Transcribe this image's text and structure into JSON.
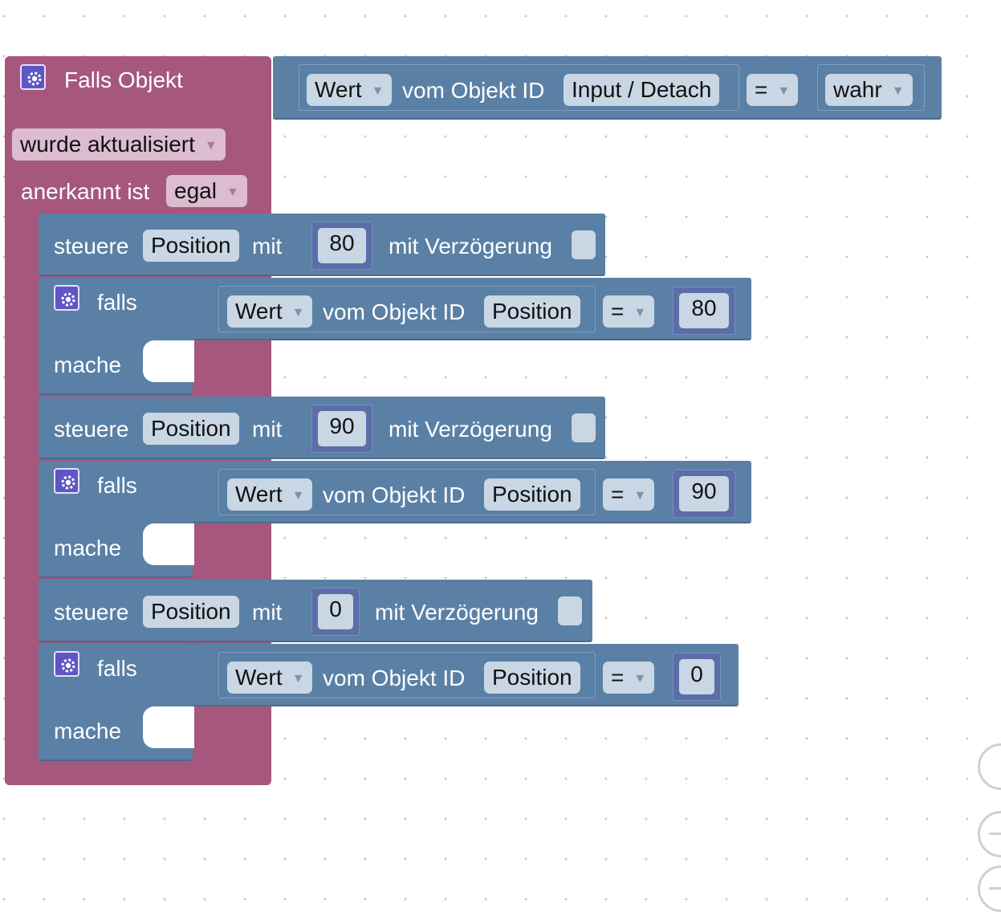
{
  "event": {
    "title": "Falls Objekt",
    "trigger": "wurde aktualisiert",
    "ack_label": "anerkannt ist",
    "ack_value": "egal",
    "condition": {
      "value_type": "Wert",
      "of_object": "vom Objekt ID",
      "object_id": "Input / Detach",
      "operator": "=",
      "compare": "wahr"
    }
  },
  "statements": [
    {
      "control": {
        "keyword": "steuere",
        "object": "Position",
        "with": "mit",
        "value": "80",
        "delay_label": "mit Verzögerung"
      },
      "if": {
        "keyword": "falls",
        "do": "mache",
        "value_type": "Wert",
        "of_object": "vom Objekt ID",
        "object_id": "Position",
        "operator": "=",
        "compare": "80"
      }
    },
    {
      "control": {
        "keyword": "steuere",
        "object": "Position",
        "with": "mit",
        "value": "90",
        "delay_label": "mit Verzögerung"
      },
      "if": {
        "keyword": "falls",
        "do": "mache",
        "value_type": "Wert",
        "of_object": "vom Objekt ID",
        "object_id": "Position",
        "operator": "=",
        "compare": "90"
      }
    },
    {
      "control": {
        "keyword": "steuere",
        "object": "Position",
        "with": "mit",
        "value": "0",
        "delay_label": "mit Verzögerung"
      },
      "if": {
        "keyword": "falls",
        "do": "mache",
        "value_type": "Wert",
        "of_object": "vom Objekt ID",
        "object_id": "Position",
        "operator": "=",
        "compare": "0"
      }
    }
  ],
  "icons": {
    "block_mutator": "gear-icon",
    "zoom_reset": "target-icon",
    "zoom_in": "plus-icon",
    "zoom_out": "minus-icon"
  },
  "colors": {
    "event_block": "#a5577d",
    "logic_block": "#5b80a5",
    "number_block": "#5b6ea8",
    "field": "#c9d6e4",
    "mutator_icon": "#5f56c6"
  }
}
